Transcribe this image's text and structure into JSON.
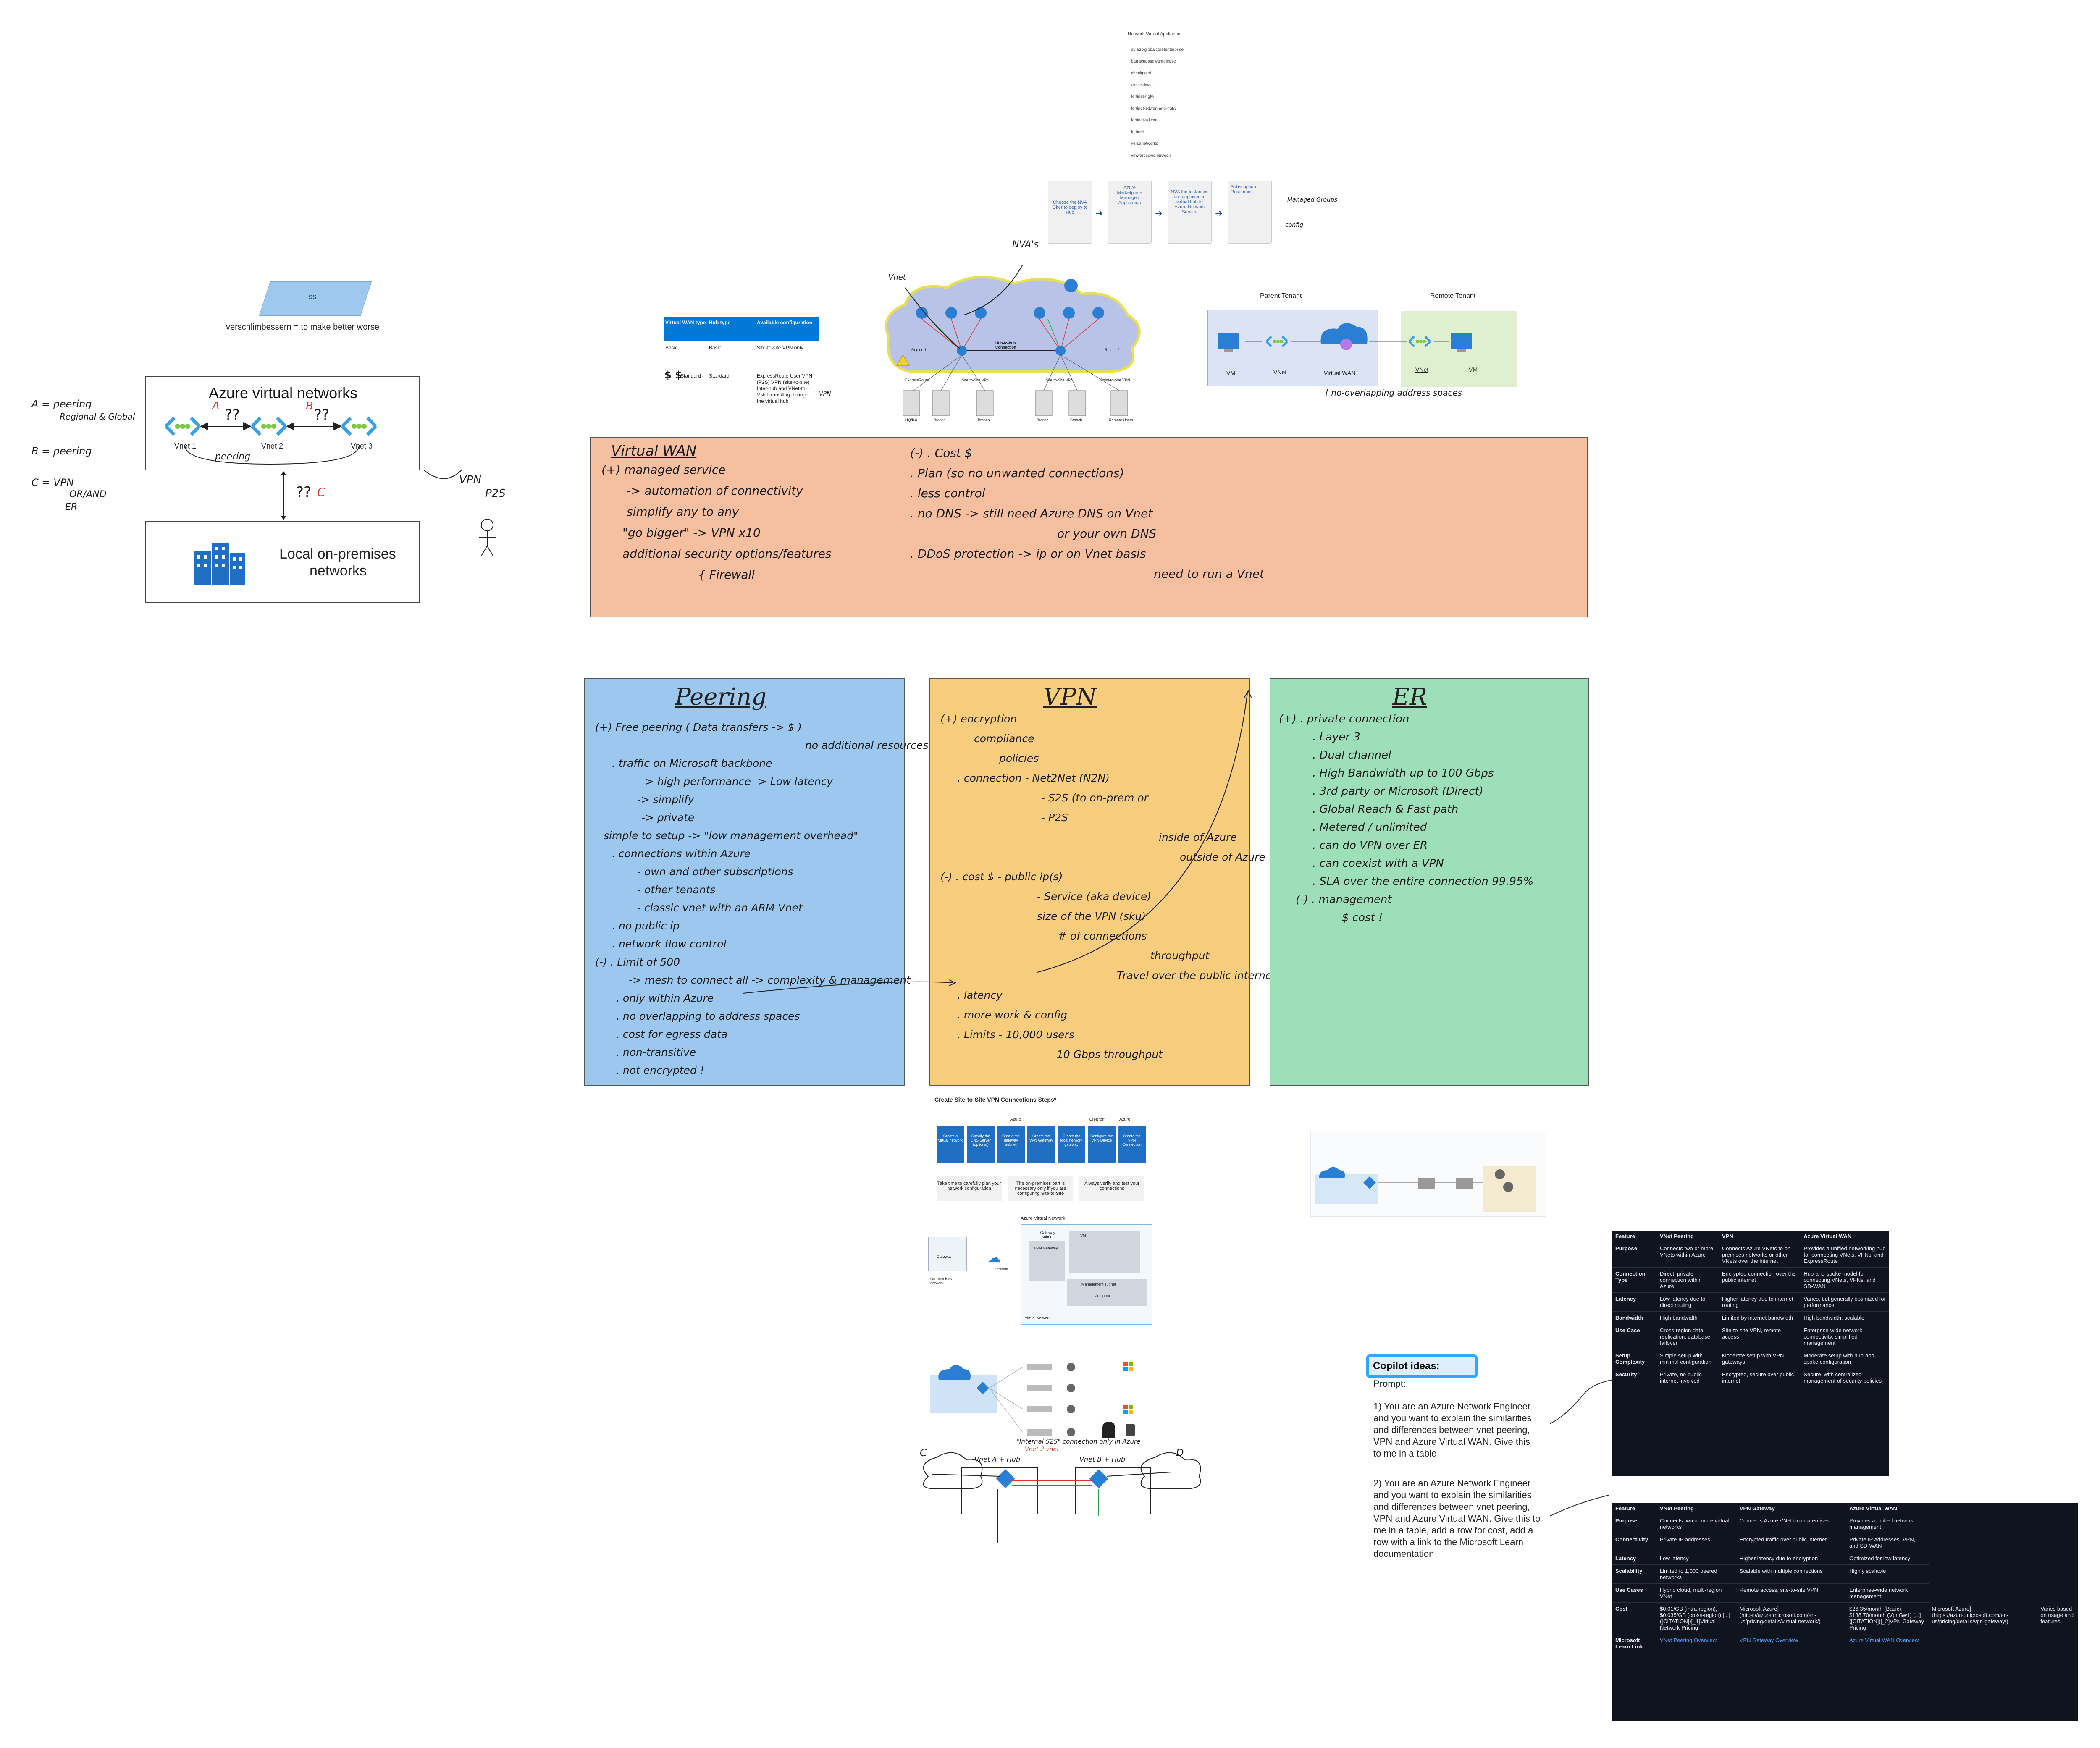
{
  "left_diagram": {
    "parallelogram_label": "ss",
    "caption": "verschlimbessern = to make better worse",
    "azure_title": "Azure virtual networks",
    "vnet1": "Vnet 1",
    "vnet2": "Vnet 2",
    "vnet3": "Vnet 3",
    "q1": "??",
    "q2": "??",
    "q3": "??",
    "mark_a": "A",
    "mark_b": "B",
    "mark_c": "C",
    "peering_label": "peering",
    "onprem_title_1": "Local on-premises",
    "onprem_title_2": "networks",
    "legend_a_1": "A = peering",
    "legend_a_2": "Regional & Global",
    "legend_b": "B = peering",
    "legend_c_1": "C = VPN",
    "legend_c_2": "OR/AND",
    "legend_c_3": "ER",
    "vpn_label": "VPN",
    "p2s_label": "P2S"
  },
  "nva_list": {
    "title": "Network Virtual Appliance",
    "items": [
      "aviatrixglobalcoretenterprise",
      "barracudasdwanrelease",
      "checkpoint",
      "ciscosdwan",
      "fortinet-ngfw",
      "fortinet-sdwan-and-ngfw",
      "fortinet-sdwan",
      "fortinet",
      "versanetworks",
      "vmwaresdwaninvwan"
    ]
  },
  "flow_steps": {
    "step1": "Choose the NVA Offer to deploy to Hub",
    "step2": "Azure Marketplace Managed Application",
    "step3": "NVA the Instances are deployed in virtual hub to Azure Network Service",
    "step4": "Subscription Resources",
    "note1": "Managed Groups",
    "note2": "config"
  },
  "hub_table": {
    "headers": [
      "Virtual WAN type",
      "Hub type",
      "Available configuration"
    ],
    "rows": [
      [
        "Basic",
        "Basic",
        "Site-to-site VPN only"
      ],
      [
        "Standard",
        "Standard",
        "ExpressRoute User VPN (P2S) VPN (site-to-site) Inter-hub and VNet-to-VNet transiting through the virtual hub"
      ]
    ],
    "dollar": "$ $",
    "vpn_note": "VPN"
  },
  "vwan_map": {
    "nvas_label": "NVA's",
    "vnet_label": "Vnet",
    "region1": "Region 1",
    "region2": "Region 2",
    "hub_to_hub": "Hub-to-hub Connection",
    "sites": [
      "HQ/DC",
      "Branch",
      "Branch",
      "Branch",
      "Branch",
      "Remote Users"
    ],
    "labels": [
      "ExpressRoute",
      "Site-to-Site VPN",
      "Site-to-Site VPN",
      "Point-to-Site VPN"
    ]
  },
  "tenants": {
    "parent": "Parent Tenant",
    "remote": "Remote Tenant",
    "vm1": "VM",
    "vnet1": "VNet",
    "vwan": "Virtual WAN",
    "vnet2": "VNet",
    "vm2": "VM",
    "note": "! no-overlapping address spaces"
  },
  "vwan_panel": {
    "title": "Virtual WAN",
    "plus_lines": [
      "(+) managed service",
      "-> automation of connectivity",
      "simplify                    any to any",
      "\"go bigger\" -> VPN x10",
      "additional security options/features",
      "{ Firewall"
    ],
    "minus_lines": [
      "(-) . Cost $",
      ". Plan (so no unwanted connections)",
      ". less control",
      ". no DNS -> still need Azure DNS on Vnet",
      "or your own DNS",
      ". DDoS protection -> ip or on Vnet basis",
      "need to run a Vnet"
    ]
  },
  "peering_panel": {
    "title": "Peering",
    "lines": [
      "(+) Free peering ( Data transfers -> $ )",
      "no additional resources / services",
      ". traffic on Microsoft backbone",
      "-> high performance -> Low latency",
      "-> simplify",
      "-> private",
      "simple to setup -> \"low management overhead\"",
      ". connections within Azure",
      "- own and other subscriptions",
      "- other tenants",
      "- classic vnet with an ARM Vnet",
      ". no public ip",
      ". network flow control",
      "(-) . Limit of 500",
      "-> mesh to connect all -> complexity & management",
      ". only within Azure",
      ". no overlapping to address spaces",
      ". cost for egress data",
      ". non-transitive",
      ". not encrypted !"
    ]
  },
  "vpn_panel": {
    "title": "VPN",
    "lines": [
      "(+) encryption",
      "compliance",
      "policies",
      ". connection - Net2Net (N2N)",
      "- S2S (to on-prem or",
      "- P2S",
      "inside of Azure",
      "outside of Azure",
      "(-) . cost $ - public ip(s)",
      "- Service (aka device)",
      "size of the VPN (sku)",
      "# of connections",
      "throughput",
      "Travel over the public internet (can be secure for NLM)",
      ". latency",
      ". more work & config",
      ". Limits - 10,000 users",
      "- 10 Gbps throughput"
    ]
  },
  "er_panel": {
    "title": "ER",
    "lines": [
      "(+) . private connection",
      ". Layer 3",
      ". Dual channel",
      ". High Bandwidth up to 100 Gbps",
      ". 3rd party or Microsoft (Direct)",
      ". Global Reach & Fast path",
      ". Metered / unlimited",
      ". can do VPN over ER",
      ". can coexist with a VPN",
      ". SLA over the entire connection 99.95%",
      "(-) . management",
      "$ cost !"
    ]
  },
  "s2s_steps": {
    "title": "Create Site-to-Site VPN Connections Steps*",
    "groups": [
      "Azure",
      "On-prem",
      "Azure"
    ],
    "steps": [
      "Create a virtual network",
      "Specify the DNS Server (optional)",
      "Create the gateway subnet",
      "Create the VPN Gateway",
      "Create the local network gateway",
      "Configure the VPN Device",
      "Create the VPN Connection"
    ],
    "notes": [
      "Take time to carefully plan your network configuration",
      "The on-premises part is necessary only if you are configuring Site-to-Site",
      "Always verify and test your connections"
    ]
  },
  "gateway_diagram": {
    "azure_vn": "Azure Virtual Network",
    "gateway": "Gateway",
    "internet": "Internet",
    "onprem": "On-premises network",
    "gateway_subnet": "Gateway subnet",
    "vpn_gateway": "VPN Gateway",
    "vm": "VM",
    "mgmt": "Management subnet",
    "jumpbox": "Jumpbox",
    "vn": "Virtual Network"
  },
  "hub_sketch": {
    "label1": "Vnet A + Hub",
    "label2": "Vnet B + Hub",
    "note": "\"Internal S2S\" connection only in Azure",
    "red_note": "Vnet 2 vnet",
    "c_mark": "C",
    "d_mark": "D"
  },
  "copilot": {
    "title": "Copilot ideas:",
    "prompt_label": "Prompt:",
    "prompt1": "1) You are an Azure Network Engineer and you want to explain the similarities and differences between vnet peering, VPN and Azure Virtual WAN. Give this to me in a table",
    "prompt2": "2) You are an Azure Network Engineer and you want to explain the similarities and differences between vnet peering, VPN and Azure Virtual WAN. Give this to me in a table, add a row for cost, add a row with a link to the Microsoft Learn documentation"
  },
  "table1": {
    "headers": [
      "Feature",
      "VNet Peering",
      "VPN",
      "Azure Virtual WAN"
    ],
    "rows": [
      [
        "Purpose",
        "Connects two or more VNets within Azure",
        "Connects Azure VNets to on-premises networks or other VNets over the internet",
        "Provides a unified networking hub for connecting VNets, VPNs, and ExpressRoute"
      ],
      [
        "Connection Type",
        "Direct, private connection within Azure",
        "Encrypted connection over the public internet",
        "Hub-and-spoke model for connecting VNets, VPNs, and SD-WAN"
      ],
      [
        "Latency",
        "Low latency due to direct routing",
        "Higher latency due to internet routing",
        "Varies, but generally optimized for performance"
      ],
      [
        "Bandwidth",
        "High bandwidth",
        "Limited by internet bandwidth",
        "High bandwidth, scalable"
      ],
      [
        "Use Case",
        "Cross-region data replication, database failover",
        "Site-to-site VPN, remote access",
        "Enterprise-wide network connectivity, simplified management"
      ],
      [
        "Setup Complexity",
        "Simple setup with minimal configuration",
        "Moderate setup with VPN gateways",
        "Moderate setup with hub-and-spoke configuration"
      ],
      [
        "Security",
        "Private, no public internet involved",
        "Encrypted, secure over public internet",
        "Secure, with centralized management of security policies"
      ]
    ]
  },
  "table2": {
    "headers": [
      "Feature",
      "VNet Peering",
      "VPN Gateway",
      "Azure Virtual WAN"
    ],
    "rows": [
      [
        "Purpose",
        "Connects two or more virtual networks",
        "Connects Azure VNet to on-premises",
        "Provides a unified network management"
      ],
      [
        "Connectivity",
        "Private IP addresses",
        "Encrypted traffic over public internet",
        "Private IP addresses, VPN, and SD-WAN"
      ],
      [
        "Latency",
        "Low latency",
        "Higher latency due to encryption",
        "Optimized for low latency"
      ],
      [
        "Scalability",
        "Limited to 1,000 peered networks",
        "Scalable with multiple connections",
        "Highly scalable"
      ],
      [
        "Use Cases",
        "Hybrid cloud, multi-region VNet",
        "Remote access, site-to-site VPN",
        "Enterprise-wide network management"
      ],
      [
        "Cost",
        "$0.01/GB (intra-region), $0.035/GB (cross-region) [...]([CITATION])[_1]Virtual Network Pricing",
        "Microsoft Azure] (https://azure.microsoft.com/en-us/pricing/details/virtual-network/)",
        "$26.35/month (Basic), $138.70/month (VpnGw1) [...]([CITATION])[_2]VPN Gateway Pricing",
        "Microsoft Azure] (https://azure.microsoft.com/en-us/pricing/details/vpn-gateway/)",
        "Varies based on usage and features"
      ],
      [
        "Microsoft Learn Link",
        "VNet Peering Overview",
        "VPN Gateway Overview",
        "Azure Virtual WAN Overview"
      ]
    ]
  },
  "colors": {
    "vwan_panel": "#f6bfa0",
    "peering_panel": "#9cc8ef",
    "vpn_panel": "#f9cd7e",
    "er_panel": "#9ddfb9",
    "azure_blue": "#0078d4",
    "table_bg": "#10141f"
  }
}
